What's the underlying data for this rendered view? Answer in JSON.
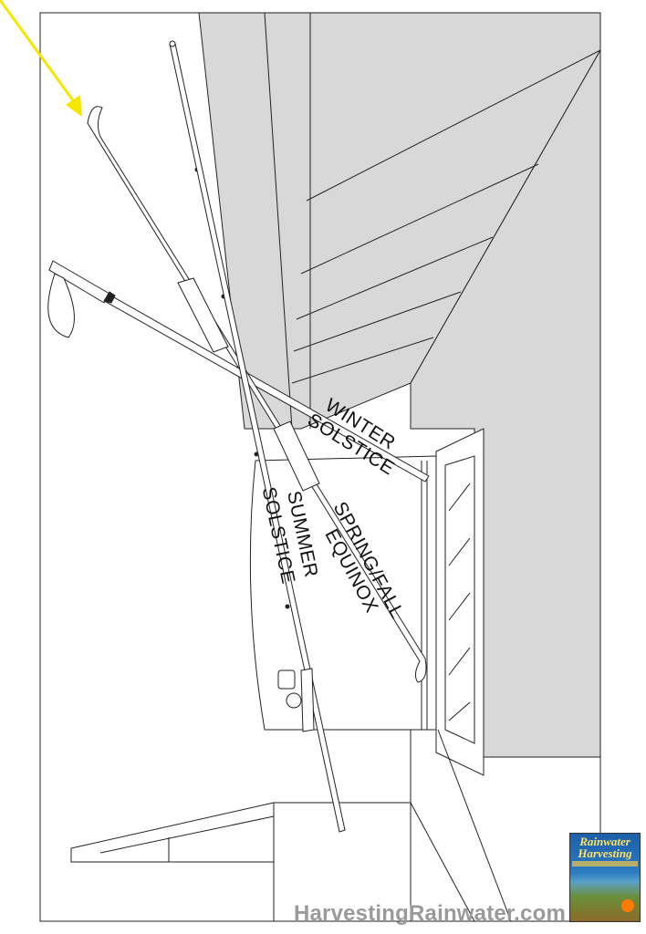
{
  "labels": {
    "winter_1": "WINTER",
    "winter_2": "SOLSTICE",
    "equinox_1": "SPRING/FALL",
    "equinox_2": "EQUINOX",
    "summer_1": "SUMMER",
    "summer_2": "SOLSTICE"
  },
  "footer": {
    "site": "HarvestingRainwater.com"
  },
  "book": {
    "title_line1": "Rainwater",
    "title_line2": "Harvesting"
  },
  "colors": {
    "roof_shade": "#d8d8d8",
    "line": "#222222",
    "sun_arrow": "#f5e600",
    "footer_text": "#9a9a9a"
  }
}
